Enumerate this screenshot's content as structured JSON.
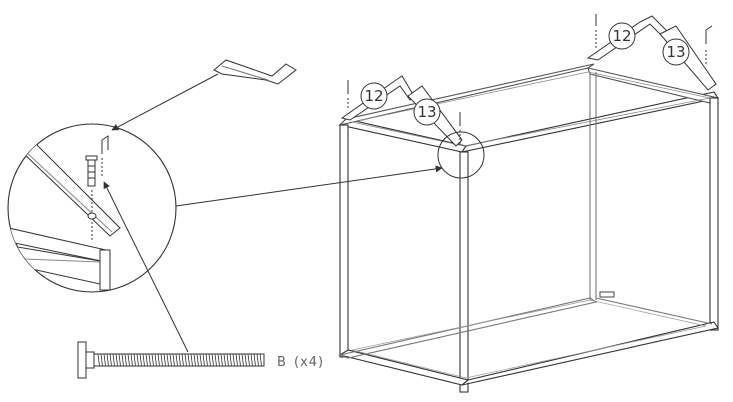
{
  "callouts": {
    "left_bracket": "12",
    "left_screw_bracket": "13",
    "right_bracket": "12",
    "right_screw_bracket": "13"
  },
  "parts": {
    "bolt_label": "B",
    "bolt_qty": "(x4)"
  },
  "colors": {
    "line": "#333333",
    "light_line": "#777777",
    "background": "#ffffff"
  }
}
